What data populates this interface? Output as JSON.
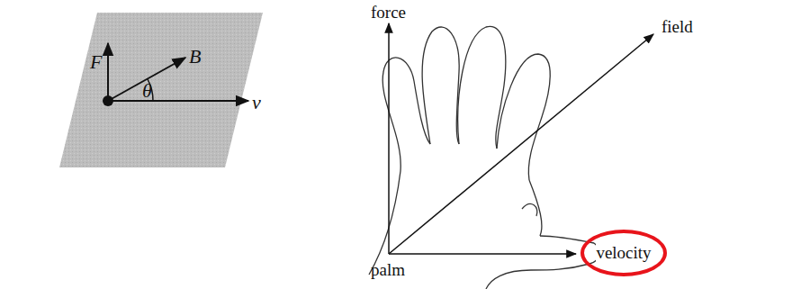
{
  "diagram": {
    "nodes": [
      {
        "text": [
          "velocity"
        ]
      }
    ],
    "labels": [
      "F",
      "B",
      "θ",
      "v",
      "force",
      "field",
      "palm"
    ]
  }
}
